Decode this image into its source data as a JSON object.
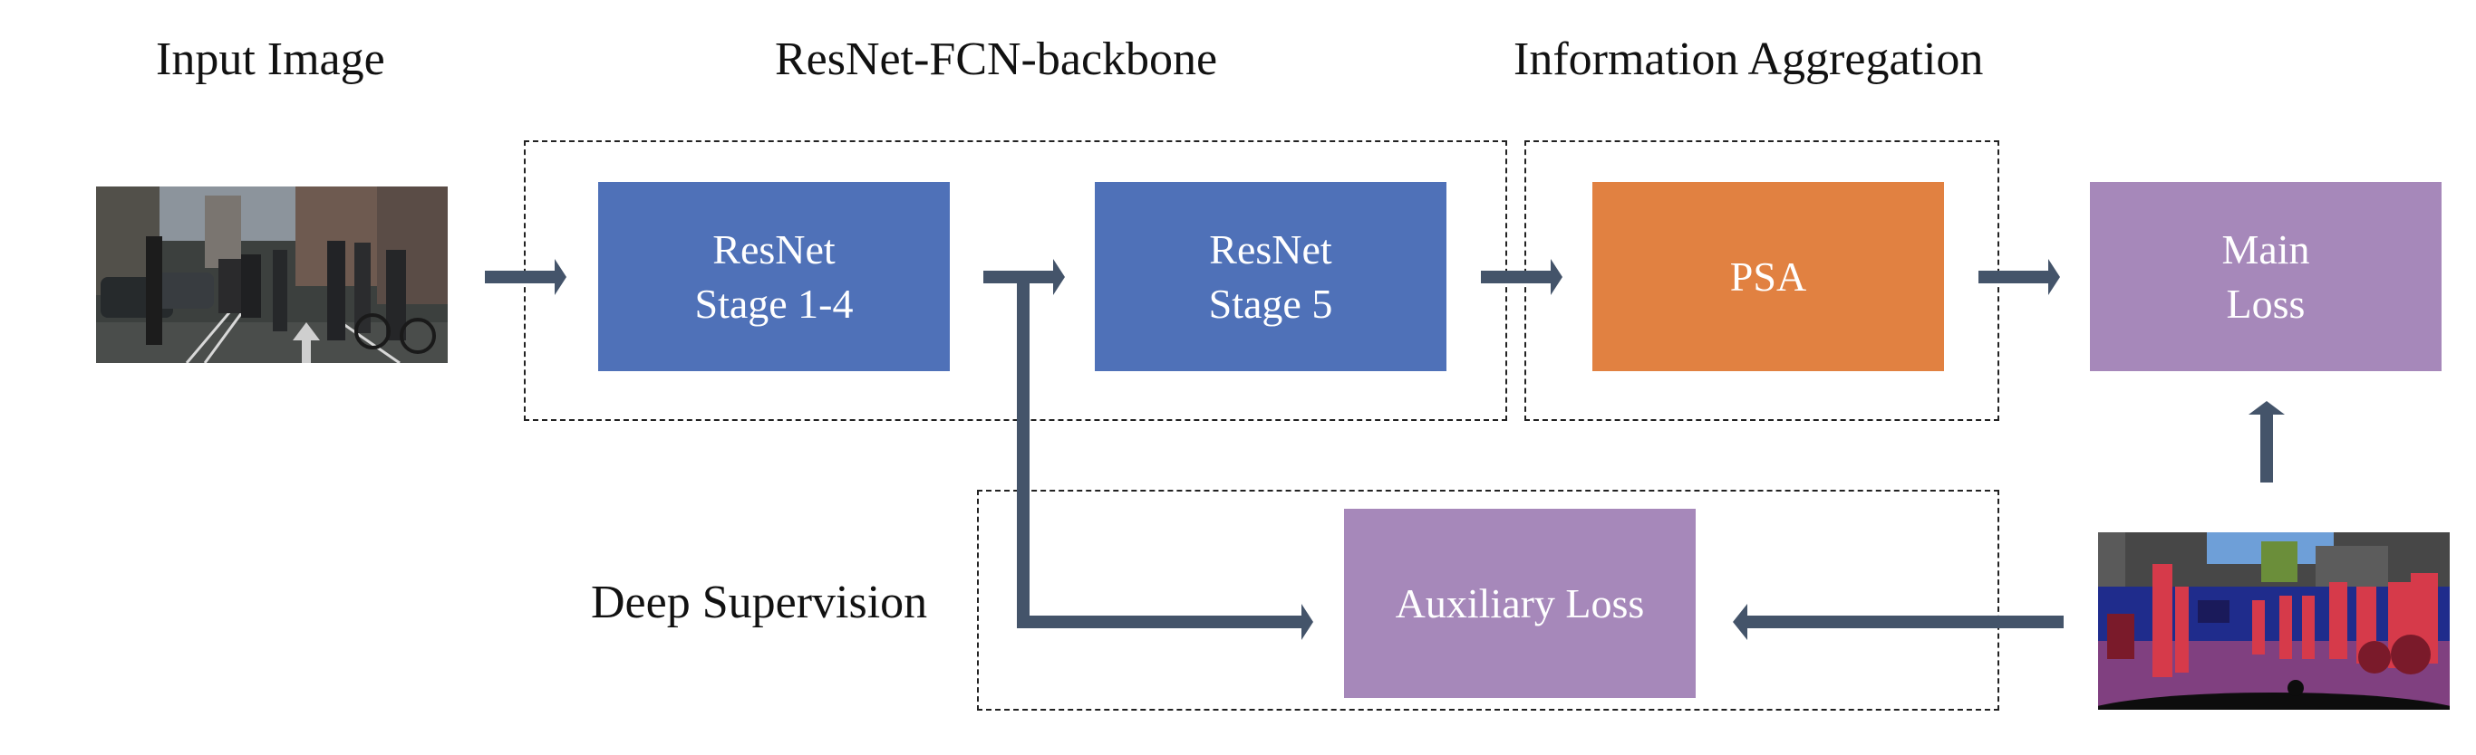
{
  "headings": {
    "input_image": "Input Image",
    "backbone": "ResNet-FCN-backbone",
    "aggregation": "Information Aggregation",
    "deep_supervision": "Deep Supervision"
  },
  "blocks": {
    "resnet_stage_1_4": {
      "line1": "ResNet",
      "line2": "Stage 1-4"
    },
    "resnet_stage_5": {
      "line1": "ResNet",
      "line2": "Stage 5"
    },
    "psa": {
      "label": "PSA"
    },
    "main_loss": {
      "line1": "Main",
      "line2": "Loss"
    },
    "auxiliary_loss": {
      "label": "Auxiliary Loss"
    }
  },
  "colors": {
    "resnet_blocks": "#4f71b8",
    "psa_block": "#e18141",
    "loss_blocks": "#a688ba",
    "arrows": "#44546a"
  },
  "icons": {
    "input_image": "street-scene-photo",
    "label_map": "segmentation-label-map"
  }
}
